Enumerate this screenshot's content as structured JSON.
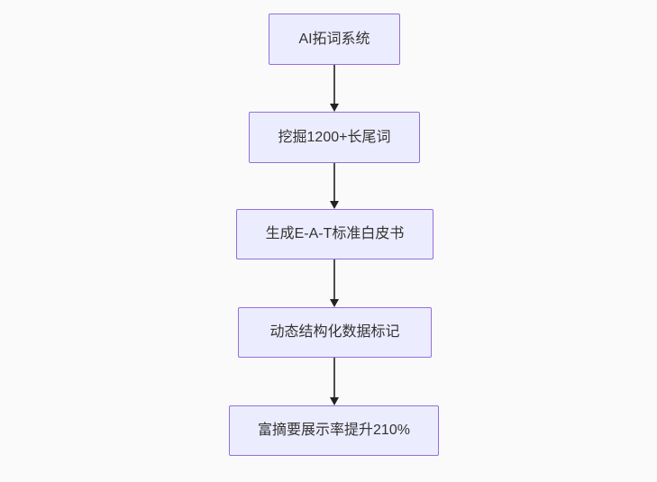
{
  "diagram": {
    "type": "flowchart",
    "direction": "top-down",
    "background": "#fafafa",
    "node_style": {
      "fill": "#ececff",
      "border": "#9370db",
      "text_color": "#333333"
    },
    "edge_style": {
      "line_color": "#4d4d4d",
      "arrowhead_color": "#222222"
    },
    "nodes": [
      {
        "id": "A",
        "label": "AI拓词系统"
      },
      {
        "id": "B",
        "label": "挖掘1200+长尾词"
      },
      {
        "id": "C",
        "label": "生成E-A-T标准白皮书"
      },
      {
        "id": "D",
        "label": "动态结构化数据标记"
      },
      {
        "id": "E",
        "label": "富摘要展示率提升210%"
      }
    ],
    "edges": [
      {
        "from": "A",
        "to": "B",
        "arrow": "filled-triangle"
      },
      {
        "from": "B",
        "to": "C",
        "arrow": "filled-triangle"
      },
      {
        "from": "C",
        "to": "D",
        "arrow": "filled-triangle"
      },
      {
        "from": "D",
        "to": "E",
        "arrow": "filled-triangle"
      }
    ]
  }
}
